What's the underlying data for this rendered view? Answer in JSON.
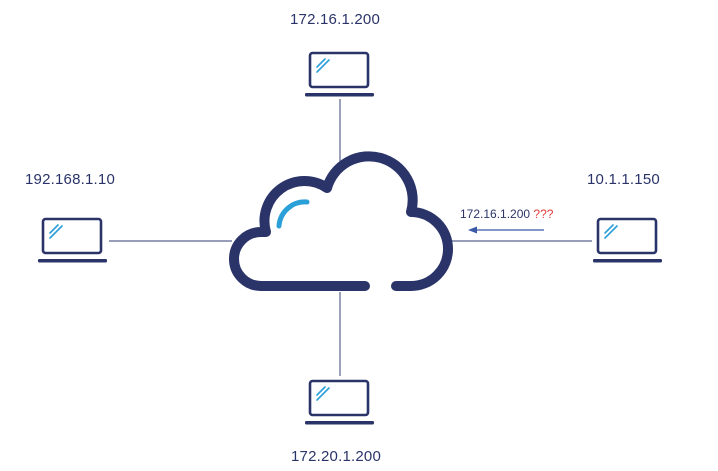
{
  "colors": {
    "dark": "#2b3468",
    "accent": "#2a9fd8",
    "line": "#5b6590",
    "arrow": "#3a5aa8",
    "question": "#e03c3c",
    "text": "#2b3468"
  },
  "hosts": {
    "top": {
      "ip": "172.16.1.200",
      "icon": "laptop-icon"
    },
    "left": {
      "ip": "192.168.1.10",
      "icon": "laptop-icon"
    },
    "right": {
      "ip": "10.1.1.150",
      "icon": "laptop-icon"
    },
    "bottom": {
      "ip": "172.20.1.200",
      "icon": "laptop-icon"
    }
  },
  "cloud": {
    "icon": "cloud-icon"
  },
  "request": {
    "target_ip": "172.16.1.200",
    "marks": "???"
  }
}
